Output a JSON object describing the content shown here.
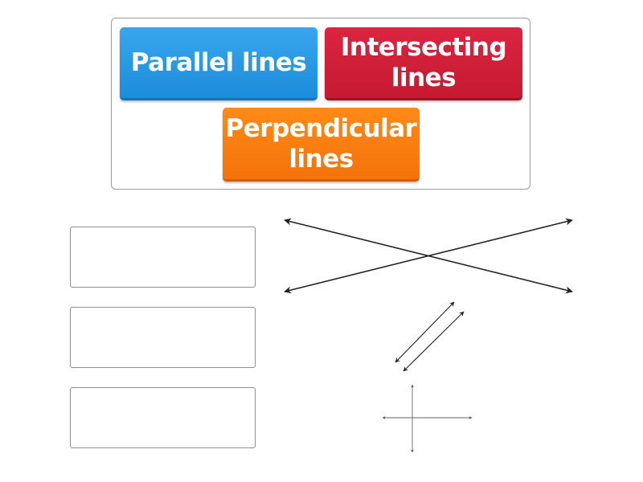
{
  "word_bank": {
    "tiles": [
      {
        "id": "parallel",
        "lines": [
          "Parallel lines"
        ],
        "color": "#1c8ddb"
      },
      {
        "id": "intersecting",
        "lines": [
          "Intersecting",
          "lines"
        ],
        "color": "#c51a32"
      },
      {
        "id": "perpendicular",
        "lines": [
          "Perpendicular",
          "lines"
        ],
        "color": "#f4730a"
      }
    ]
  },
  "drop_slots": {
    "slot_1": "",
    "slot_2": "",
    "slot_3": ""
  },
  "figures": {
    "figure_1": "intersecting-lines-icon",
    "figure_2": "parallel-lines-icon",
    "figure_3": "perpendicular-lines-icon"
  }
}
